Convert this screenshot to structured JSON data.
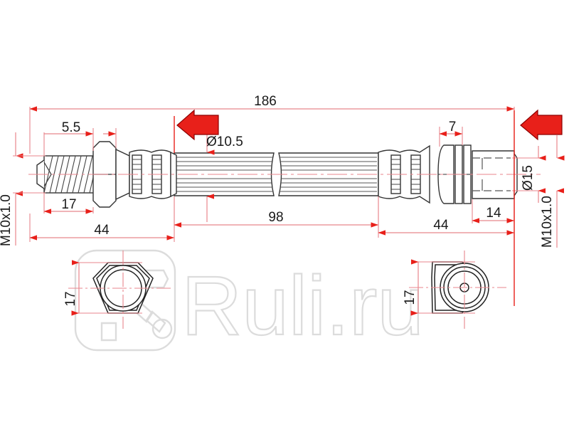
{
  "document": {
    "type": "technical-drawing",
    "subject": "brake hose assembly",
    "background_color": "#ffffff",
    "line_color": "#333333",
    "dimension_color": "#e8868c",
    "arrow_color": "#e8201a",
    "text_color": "#1a1a1a",
    "watermark_color": "#dcdcdc"
  },
  "dimensions": {
    "overall_length": "186",
    "left_thread_length": "5.5",
    "left_hex_width": "17",
    "left_fitting_length": "44",
    "hose_diameter": "Ø10.5",
    "hose_length": "98",
    "right_nut_length": "7",
    "right_fitting_length": "44",
    "right_end_length": "14",
    "right_bore_diameter": "Ø15",
    "left_thread_spec": "M10x1.0",
    "right_thread_spec": "M10x1.0",
    "left_hex_across_flats": "17",
    "right_hex_across_flats": "17"
  },
  "views": {
    "main_label": "side-elevation",
    "left_end_view_label": "left-end-face-view",
    "right_end_view_label": "right-end-face-view"
  },
  "annotations": {
    "left_arrow_label": "section-arrow-left",
    "right_arrow_label": "section-arrow-right"
  },
  "watermark": {
    "text": "Ruli.ru",
    "logo_label": "ruli-logo-icon"
  }
}
